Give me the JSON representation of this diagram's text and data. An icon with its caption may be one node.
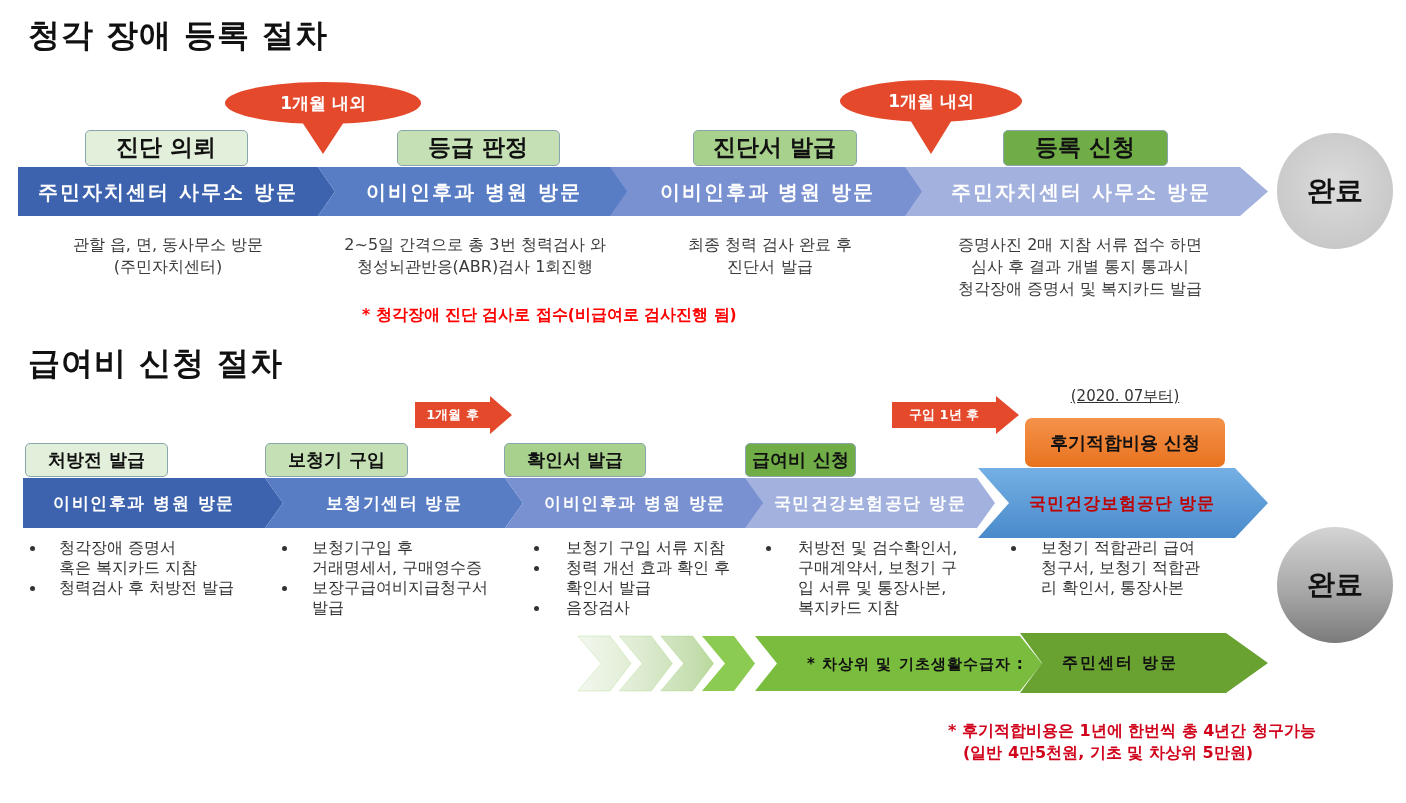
{
  "diagram": {
    "nodes": [
      {
        "text": [
          "1개월 내외"
        ]
      },
      {
        "text": [
          "1개월 내외"
        ]
      },
      {
        "text": [
          "진단 의뢰"
        ]
      },
      {
        "text": [
          "등급 판정"
        ]
      },
      {
        "text": [
          "진단서 발급"
        ]
      },
      {
        "text": [
          "등록 신청"
        ]
      },
      {
        "text": [
          "주민자치센터 사무소 방문"
        ],
        "beside": [
          "관할 읍, 면, 동사무소 방문 (주민자치센터)"
        ]
      },
      {
        "text": [
          "이비인후과 병원 방문"
        ],
        "beside": [
          "2~5일 간격으로 총 3번 청력검사 와 청성뇌관반응(ABR)검사 1회진행"
        ]
      },
      {
        "text": [
          "이비인후과 병원 방문"
        ],
        "beside": [
          "최종 청력 검사 완료 후 진단서 발급"
        ]
      },
      {
        "text": [
          "주민자치센터 사무소 방문"
        ],
        "beside": [
          "증명사진 2매 지참 서류 접수 하면 심사 후 결과 개별 통지 통과시 청각장애 증명서 및 복지카드 발급"
        ]
      },
      {
        "text": [
          "완료"
        ]
      },
      {
        "text": [
          "1개월 후"
        ]
      },
      {
        "text": [
          "구입 1년 후"
        ]
      },
      {
        "text": [
          "후기적합비용 신청"
        ],
        "beside": [
          "(2020. 07부터)"
        ]
      },
      {
        "text": [
          "처방전 발급"
        ]
      },
      {
        "text": [
          "보청기 구입"
        ]
      },
      {
        "text": [
          "확인서 발급"
        ]
      },
      {
        "text": [
          "급여비 신청"
        ]
      },
      {
        "text": [
          "이비인후과 병원 방문"
        ],
        "beside": [
          "청각장애 증명서 혹은 복지카드 지참",
          "청력검사 후 처방전 발급"
        ]
      },
      {
        "text": [
          "보청기센터 방문"
        ],
        "beside": [
          "보청기구입 후 거래명세서, 구매영수증",
          "보장구급여비지급청구서 발급"
        ]
      },
      {
        "text": [
          "이비인후과 병원 방문"
        ],
        "beside": [
          "보청기 구입 서류 지참",
          "청력 개선 효과 확인 후 확인서 발급",
          "음장검사"
        ]
      },
      {
        "text": [
          "국민건강보험공단 방문"
        ],
        "beside": [
          "처방전 및 검수확인서, 구매계약서, 보청기 구입 서류 및 통장사본, 복지카드 지참"
        ]
      },
      {
        "text": [
          "국민건강보험공단 방문"
        ],
        "beside": [
          "보청기 적합관리 급여청구서, 보청기 적합관리 확인서, 통장사본"
        ]
      },
      {
        "text": [
          "완료"
        ]
      },
      {
        "text": [
          "* 차상위 및 기초생활수급자 :"
        ]
      },
      {
        "text": [
          "주민센터 방문"
        ]
      }
    ],
    "edges": [
      {
        "from": null,
        "to": 24,
        "arrow": "to"
      }
    ],
    "labels": [
      "청각 장애 등록 절차",
      "* 청각장애 진단 검사로 접수(비급여로 검사진행 됨)",
      "급여비 신청 절차",
      "* 후기적합비용은 1년에 한번씩 총 4년간 청구가능 (일반 4만5천원, 기초 및 차상위 5만원)"
    ]
  }
}
